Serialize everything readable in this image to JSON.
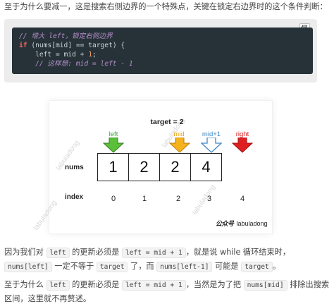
{
  "intro": {
    "text": "至于为什么要减一，这是搜索右侧边界的一个特殊点，关键在锁定右边界时的这个条件判断："
  },
  "code": {
    "line1": "// 增大 left，锁定右侧边界",
    "line2_kw": "if",
    "line2_rest": " (nums[mid] == target) {",
    "line3_pre": "    left = mid + ",
    "line3_num": "1",
    "line3_post": ";",
    "line4": "    // 这样想: mid = left - 1"
  },
  "figure": {
    "title": "target = 2",
    "pointers": [
      {
        "label": "left",
        "color": "#3aa33a"
      },
      {
        "label": "mid",
        "color": "#e8a21a"
      },
      {
        "label": "mid+1",
        "color": "#3f86c4"
      },
      {
        "label": "right",
        "color": "#d91e1e"
      }
    ],
    "row_nums": "nums",
    "row_index": "index",
    "nums": [
      "1",
      "2",
      "2",
      "4"
    ],
    "index": [
      "0",
      "1",
      "2",
      "3",
      "4"
    ],
    "watermark": "labuladong",
    "credit_mark": "公众号",
    "credit_name": "labuladong"
  },
  "para1": {
    "t1": "因为我们对 ",
    "c1": "left",
    "t2": " 的更新必须是 ",
    "c2": "left = mid + 1",
    "t3": "，就是说 while 循环结束时，",
    "c3": "nums[left]",
    "t4": " 一定不等于 ",
    "c4": "target",
    "t5": " 了，而 ",
    "c5": "nums[left-1]",
    "t6": " 可能是 ",
    "c6": "target",
    "t7": "。"
  },
  "para2": {
    "t1": "至于为什么 ",
    "c1": "left",
    "t2": " 的更新必须是 ",
    "c2": "left = mid + 1",
    "t3": "，当然是为了把 ",
    "c3": "nums[mid]",
    "t4": " 排除出搜索区间，这里就不再赘述。"
  }
}
